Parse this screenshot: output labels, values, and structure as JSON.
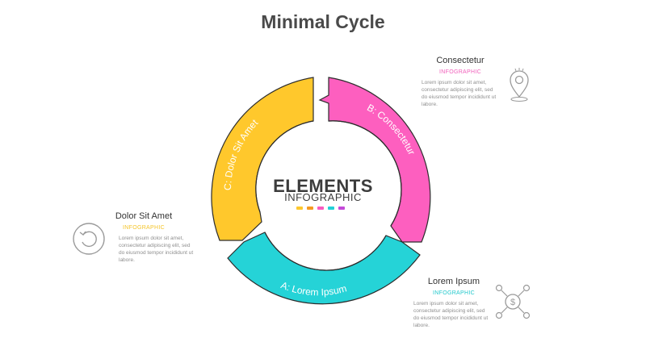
{
  "title": "Minimal Cycle",
  "center": {
    "title": "ELEMENTS",
    "subtitle": "INFOGRAPHIC",
    "dot_colors": [
      "#fdc82e",
      "#f59a23",
      "#f95bbf",
      "#22d1d6",
      "#c44ad8"
    ]
  },
  "segments": [
    {
      "label": "A: Lorem Ipsum",
      "color": "#25d3d7"
    },
    {
      "label": "B: Consectetur",
      "color": "#fd5fbf"
    },
    {
      "label": "C: Dolor Sit Amet",
      "color": "#ffc82c"
    }
  ],
  "blocks": {
    "left": {
      "heading": "Dolor Sit Amet",
      "sub": "INFOGRAPHIC",
      "sub_color": "#f5c52a",
      "body": "Lorem ipsum dolor sit amet, consectetur adipiscing elit, sed do eiusmod tempor incididunt ut labore.",
      "icon": "refresh-icon"
    },
    "top_right": {
      "heading": "Consectetur",
      "sub": "INFOGRAPHIC",
      "sub_color": "#f15fbb",
      "body": "Lorem ipsum dolor sit amet, consectetur adipiscing elit, sed do eiusmod tempor incididunt ut labore.",
      "icon": "location-pin-icon"
    },
    "bottom_right": {
      "heading": "Lorem Ipsum",
      "sub": "INFOGRAPHIC",
      "sub_color": "#22c8cc",
      "body": "Lorem ipsum dolor sit amet, consectetur adipiscing elit, sed do eiusmod tempor incididunt ut labore.",
      "icon": "money-network-icon"
    }
  }
}
